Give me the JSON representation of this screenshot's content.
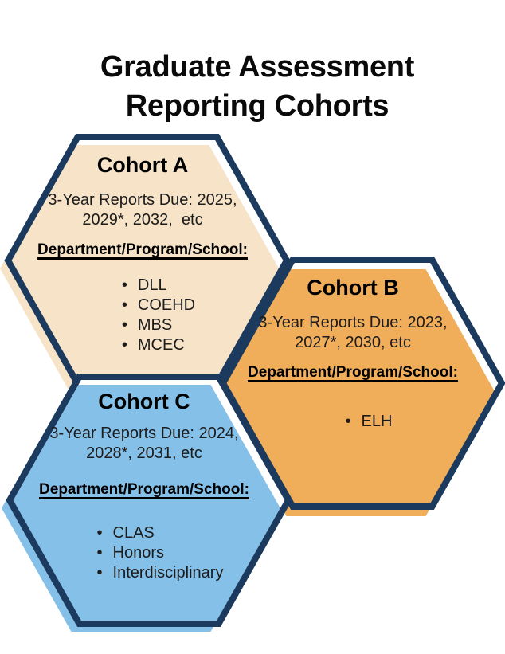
{
  "title": {
    "line1": "Graduate Assessment",
    "line2": "Reporting Cohorts"
  },
  "colors": {
    "background": "#ffffff",
    "border_navy": "#1b3a5d",
    "cohort_a_fill": "#f6e3c8",
    "cohort_b_fill": "#f0ad5a",
    "cohort_c_fill": "#85c0e8",
    "text": "#1c1c1c"
  },
  "cohorts": [
    {
      "name": "Cohort A",
      "due": "3-Year Reports Due: 2025,\n2029*, 2032,  etc",
      "dept_label": "Department/Program/School:",
      "items": [
        "DLL",
        "COEHD",
        "MBS",
        "MCEC"
      ],
      "fill": "#f6e3c8"
    },
    {
      "name": "Cohort B",
      "due": "3-Year Reports Due: 2023,\n2027*, 2030, etc",
      "dept_label": "Department/Program/School:",
      "items": [
        "ELH"
      ],
      "fill": "#f0ad5a"
    },
    {
      "name": "Cohort C",
      "due": "3-Year Reports Due: 2024,\n2028*, 2031, etc",
      "dept_label": "Department/Program/School:",
      "items": [
        "CLAS",
        "Honors",
        "Interdisciplinary"
      ],
      "fill": "#85c0e8"
    }
  ]
}
